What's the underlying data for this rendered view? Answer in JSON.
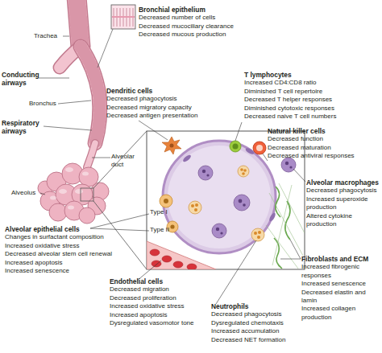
{
  "diagram": {
    "labels": [
      "Trachea",
      "Conducting airways",
      "Bronchus",
      "Respiratory airways",
      "Alveolar duct",
      "Alveolus",
      "Bronchial epithelium",
      "Decreased number of cells",
      "Decreased mucociliary clearance",
      "Decreased mucous production",
      "Dendritic cells",
      "Decreased phagocytosis",
      "Decreased migratory capacity",
      "Decreased antigen presentation",
      "T lymphocytes",
      "Increased CD4:CD8 ratio",
      "Diminished T cell repertoire",
      "Decreased T helper responses",
      "Diminished cytotoxic responses",
      "Decreased naive T cell numbers",
      "Natural killer cells",
      "Decreased function",
      "Decreased maturation",
      "Decreased antiviral responses",
      "Alveolar macrophages",
      "Decreased phagocytosis",
      "Increased superoxide production",
      "Altered cytokine production",
      "Type I",
      "Type II",
      "Alveolar epithelial cells",
      "Changes in surfactant composition",
      "Increased oxidative stress",
      "Decreased alveolar stem cell renewal",
      "Increased apoptosis",
      "Increased senescence",
      "Endothelial cells",
      "Decreased migration",
      "Decreased proliferation",
      "Increased oxidative stress",
      "Increased apoptosis",
      "Dysregulated vasomotor tone",
      "Neutrophils",
      "Decreased phagocytosis",
      "Dysregulated chemotaxis",
      "Increased accumulation",
      "Decreased NET formation",
      "Fibroblasts and ECM",
      "Increased fibrogenic responses",
      "Increased senescence",
      "Decreased elastin and lamin",
      "Increased collagen production"
    ]
  }
}
